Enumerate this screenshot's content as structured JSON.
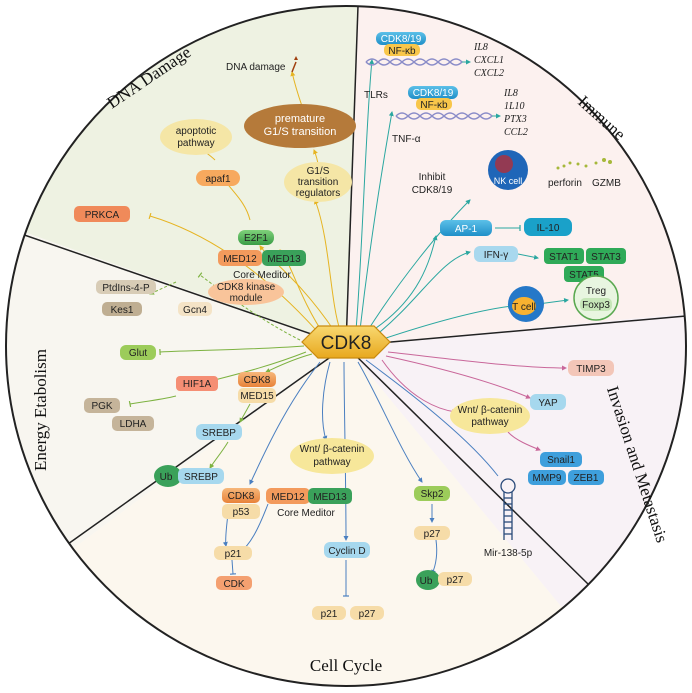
{
  "sections": {
    "dna_damage": "DNA Damage",
    "immune": "Immune",
    "invasion": "Invasion and Metastasis",
    "cell_cycle": "Cell Cycle",
    "energy": "Energy Etabolism"
  },
  "center": "CDK8",
  "dna": {
    "dna_damage": "DNA damage",
    "premature_1": "premature",
    "premature_2": "G1/S transition",
    "apoptotic_1": "apoptotic",
    "apoptotic_2": "pathway",
    "apaf1": "apaf1",
    "g1s_1": "G1/S",
    "g1s_2": "transition",
    "g1s_3": "regulators",
    "e2f1": "E2F1",
    "prkca": "PRKCA",
    "med12": "MED12",
    "med13": "MED13",
    "core_meditor": "Core Meditor",
    "kinase_1": "CDK8 kinase",
    "kinase_2": "module"
  },
  "immune": {
    "cdk819_a": "CDK8/19",
    "nfkb_a": "NF-κb",
    "genes_a": [
      "IL8",
      "CXCL1",
      "CXCL2"
    ],
    "tlrs": "TLRs",
    "cdk819_b": "CDK8/19",
    "nfkb_b": "NF-κb",
    "genes_b": [
      "IL8",
      "1L10",
      "PTX3",
      "CCL2"
    ],
    "tnfa": "TNF-α",
    "inhibit_1": "Inhibit",
    "inhibit_2": "CDK8/19",
    "nk_cell": "NK cell",
    "perforin": "perforin",
    "gzmb": "GZMB",
    "ap1": "AP-1",
    "il10": "IL-10",
    "ifng": "IFN-γ",
    "stat1": "STAT1",
    "stat3": "STAT3",
    "stat5": "STAT5",
    "t_cell": "T cell",
    "treg": "Treg",
    "foxp3": "Foxp3"
  },
  "energy": {
    "ptdins": "PtdIns-4-P",
    "kes1": "Kes1",
    "gcn4": "Gcn4",
    "glut": "Glut",
    "hif1a": "HIF1A",
    "pgk": "PGK",
    "ldha": "LDHA",
    "cdk8": "CDK8",
    "med15": "MED15",
    "srebp": "SREBP",
    "ub": "Ub",
    "srebp2": "SREBP"
  },
  "invasion": {
    "timp3": "TIMP3",
    "yap": "YAP",
    "wnt_1": "Wnt/ β-catenin",
    "wnt_2": "pathway",
    "snail1": "Snail1",
    "mmp9": "MMP9",
    "zeb1": "ZEB1"
  },
  "cycle": {
    "wnt_1": "Wnt/ β-catenin",
    "wnt_2": "pathway",
    "cdk8": "CDK8",
    "p53": "p53",
    "med12": "MED12",
    "med13": "MED13",
    "core_meditor": "Core Meditor",
    "p21": "p21",
    "cdk": "CDK",
    "cyclin_d": "Cyclin D",
    "p21b": "p21",
    "p27b": "p27",
    "skp2": "Skp2",
    "p27": "p27",
    "ub": "Ub",
    "p27c": "p27",
    "mir": "Mir-138-5p"
  }
}
